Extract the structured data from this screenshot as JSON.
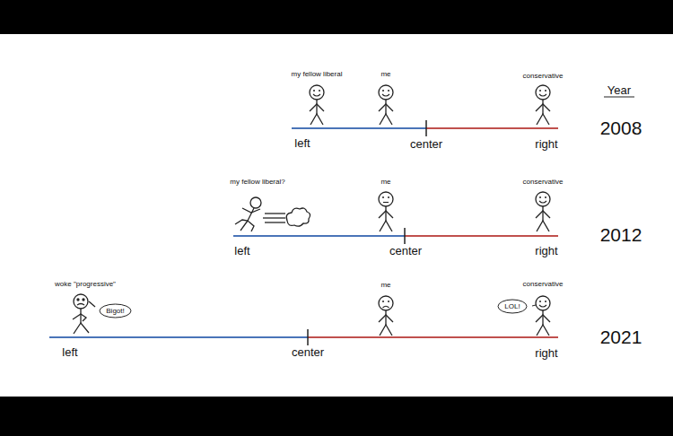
{
  "diagram": {
    "nodes": [
      {
        "text": [
          "Bigot!"
        ]
      },
      {
        "text": [
          "LOL!"
        ]
      }
    ],
    "labels": [
      "my fellow liberal",
      "me",
      "conservative",
      "Year",
      "left",
      "center",
      "right",
      "2008",
      "my fellow liberal?",
      "me",
      "conservative",
      "left",
      "center",
      "right",
      "2012",
      "woke \"progressive\"",
      "me",
      "conservative",
      "left",
      "center",
      "right",
      "2021"
    ]
  }
}
